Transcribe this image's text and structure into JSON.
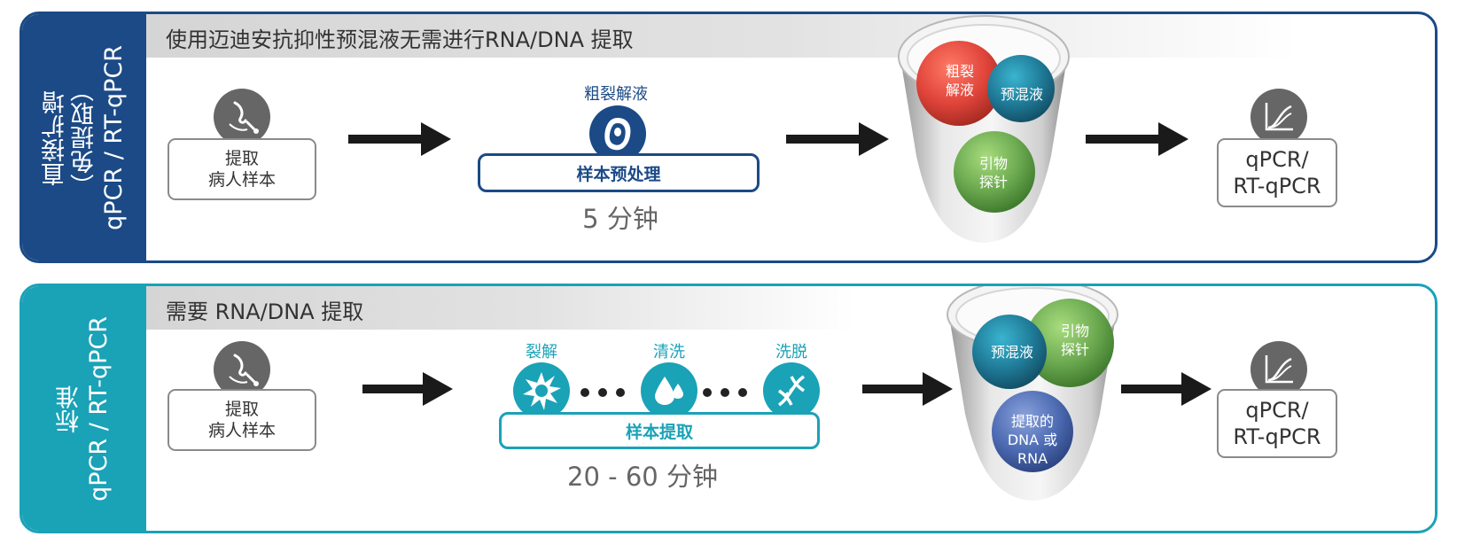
{
  "top": {
    "side_label_line1": "直接扩增",
    "side_label_line2": "（免提取）",
    "side_label_line3": "qPCR / RT-qPCR",
    "banner": "使用迈迪安抗抑性预混液无需进行RNA/DNA 提取",
    "patient_box": [
      "提取",
      "病人样本"
    ],
    "pretreat_label": "粗裂解液",
    "pretreat_bar": "样本预处理",
    "time": "5 分钟",
    "balls": {
      "lysate": [
        "粗裂",
        "解液"
      ],
      "premix": "预混液",
      "primer": [
        "引物",
        "探针"
      ]
    },
    "result": [
      "qPCR/",
      "RT-qPCR"
    ]
  },
  "bottom": {
    "side_label_line1": "标准",
    "side_label_line2": "qPCR / RT-qPCR",
    "banner": "需要 RNA/DNA 提取",
    "patient_box": [
      "提取",
      "病人样本"
    ],
    "steps": [
      "裂解",
      "清洗",
      "洗脱"
    ],
    "extract_bar": "样本提取",
    "time": "20 - 60 分钟",
    "balls": {
      "premix": "预混液",
      "primer": [
        "引物",
        "探针"
      ],
      "extracted": [
        "提取的",
        "DNA 或",
        "RNA"
      ]
    },
    "result": [
      "qPCR/",
      "RT-qPCR"
    ]
  },
  "colors": {
    "navy": "#1b4a86",
    "teal": "#1aa2b7",
    "gray_icon": "#666666",
    "red_ball": "#e0443a",
    "teal_ball": "#1f7a97",
    "green_ball": "#6aa84f",
    "blue_ball": "#4d6bb3"
  },
  "icons": [
    "nose-swab-icon",
    "cell-icon",
    "starburst-lysis-icon",
    "water-drops-icon",
    "dna-helix-icon",
    "amplification-curve-icon",
    "right-arrow-icon"
  ]
}
